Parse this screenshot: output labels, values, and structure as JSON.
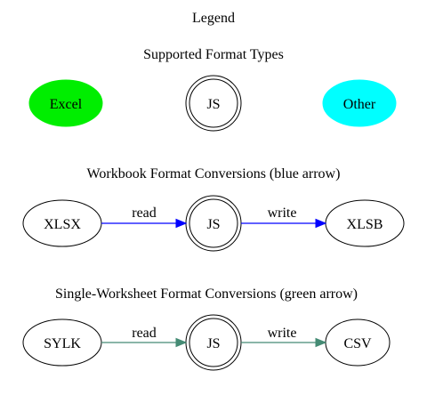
{
  "legend": {
    "title": "Legend",
    "format_types": {
      "heading": "Supported Format Types",
      "excel": "Excel",
      "js": "JS",
      "other": "Other"
    },
    "workbook": {
      "heading": "Workbook Format Conversions (blue arrow)",
      "from": "XLSX",
      "center": "JS",
      "to": "XLSB",
      "read": "read",
      "write": "write"
    },
    "worksheet": {
      "heading": "Single-Worksheet Format Conversions (green arrow)",
      "from": "SYLK",
      "center": "JS",
      "to": "CSV",
      "read": "read",
      "write": "write"
    }
  },
  "colors": {
    "excel_fill": "#00ee00",
    "other_fill": "#00ffff",
    "workbook_arrow": "#0000ff",
    "worksheet_arrow": "#458b74",
    "stroke": "#000000"
  }
}
